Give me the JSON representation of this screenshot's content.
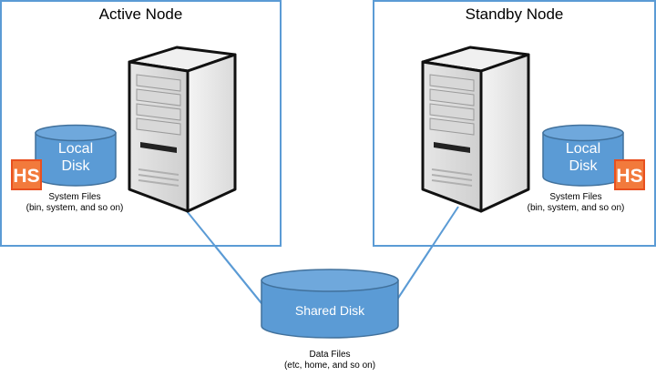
{
  "active_node": {
    "title": "Active Node",
    "local_disk": "Local\nDisk",
    "local_disk_line1": "Local",
    "local_disk_line2": "Disk",
    "files_line1": "System Files",
    "files_line2": "(bin, system, and so on)",
    "logo_text": "HS"
  },
  "standby_node": {
    "title": "Standby Node",
    "local_disk_line1": "Local",
    "local_disk_line2": "Disk",
    "files_line1": "System Files",
    "files_line2": "(bin, system, and so on)",
    "logo_text": "HS"
  },
  "shared": {
    "disk_label": "Shared Disk",
    "files_line1": "Data Files",
    "files_line2": "(etc, home, and so on)"
  },
  "colors": {
    "border": "#5b9bd5",
    "disk_fill": "#5b9bd5",
    "disk_top": "#6fa8dc",
    "logo": "#e8501f"
  },
  "icons": [
    "server-icon",
    "disk-icon",
    "hs-logo-icon"
  ]
}
